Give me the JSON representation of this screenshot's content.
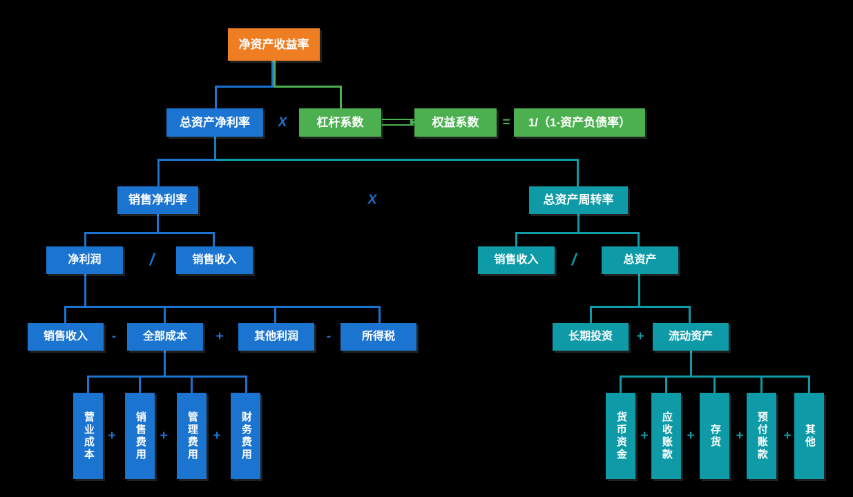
{
  "diagram": {
    "title_node": {
      "label": "净资产收益率",
      "color": "#ef7d22"
    },
    "level2": {
      "roa": {
        "label": "总资产净利率",
        "color": "#1a74d0"
      },
      "op_times": "X",
      "leverage": {
        "label": "杠杆系数",
        "color": "#4cb050"
      },
      "equity_mult": {
        "label": "权益系数",
        "color": "#4cb050"
      },
      "op_equals": "=",
      "formula": {
        "label": "1/（1-资产负债率）",
        "color": "#4cb050"
      }
    },
    "level3": {
      "net_margin": {
        "label": "销售净利率",
        "color": "#1a74d0"
      },
      "op_times": "X",
      "asset_turnover": {
        "label": "总资产周转率",
        "color": "#0e9aa7"
      }
    },
    "level4_left": {
      "net_profit": {
        "label": "净利润",
        "color": "#1a74d0"
      },
      "op_divide": "/",
      "sales_revenue": {
        "label": "销售收入",
        "color": "#1a74d0"
      }
    },
    "level4_right": {
      "sales_revenue": {
        "label": "销售收入",
        "color": "#0e9aa7"
      },
      "op_divide": "/",
      "total_assets": {
        "label": "总资产",
        "color": "#0e9aa7"
      }
    },
    "level5_left": {
      "items": [
        {
          "label": "销售收入",
          "op_before": ""
        },
        {
          "label": "全部成本",
          "op_before": "-"
        },
        {
          "label": "其他利润",
          "op_before": "+"
        },
        {
          "label": "所得税",
          "op_before": "-"
        }
      ],
      "color": "#1a74d0"
    },
    "level5_right": {
      "items": [
        {
          "label": "长期投资",
          "op_before": ""
        },
        {
          "label": "流动资产",
          "op_before": "+"
        }
      ],
      "color": "#0e9aa7"
    },
    "level6_left": {
      "items": [
        {
          "label": "营业成本",
          "op_before": ""
        },
        {
          "label": "销售费用",
          "op_before": "+"
        },
        {
          "label": "管理费用",
          "op_before": "+"
        },
        {
          "label": "财务费用",
          "op_before": "+"
        }
      ],
      "color": "#1a74d0"
    },
    "level6_right": {
      "items": [
        {
          "label": "货币资金",
          "op_before": ""
        },
        {
          "label": "应收账款",
          "op_before": "+"
        },
        {
          "label": "存货",
          "op_before": "+"
        },
        {
          "label": "预付账款",
          "op_before": "+"
        },
        {
          "label": "其他",
          "op_before": "+"
        }
      ],
      "color": "#0e9aa7"
    }
  },
  "palette": {
    "background": "#000000",
    "orange": "#ef7d22",
    "green": "#4cb050",
    "blue": "#1a74d0",
    "teal": "#0e9aa7",
    "text": "#ffffff"
  }
}
